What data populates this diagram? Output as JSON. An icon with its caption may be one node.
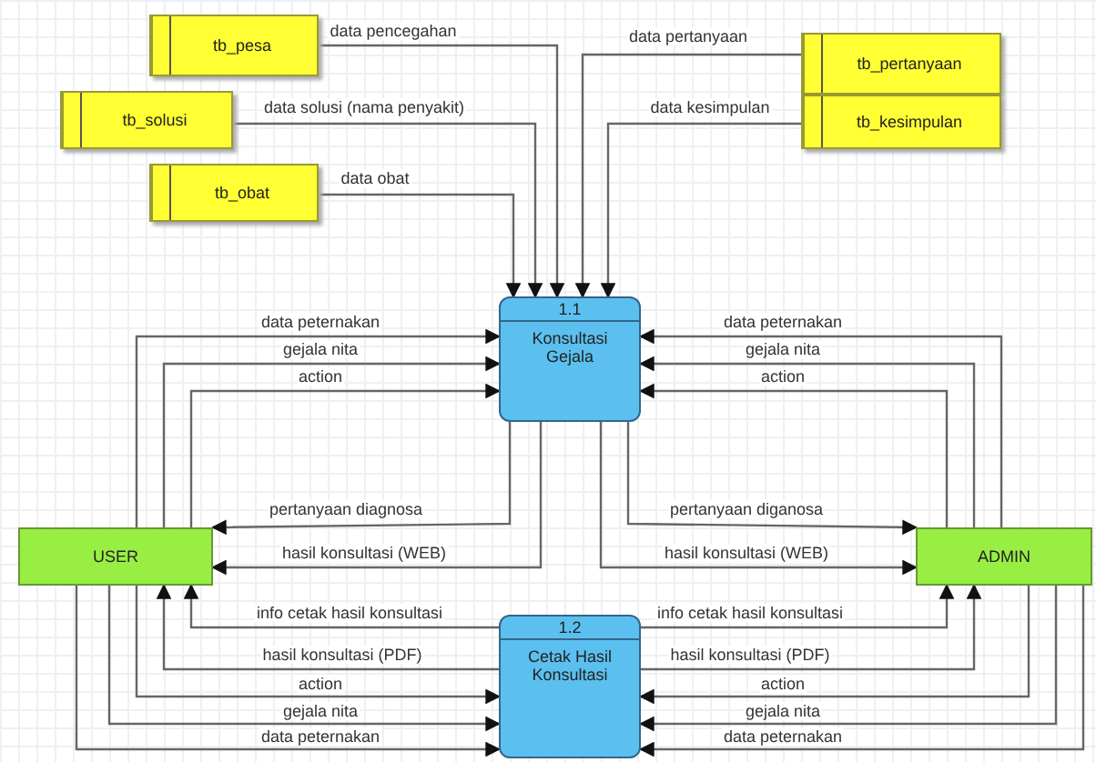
{
  "diagram": {
    "nodes": [
      {
        "text": [
          "tb_pesa"
        ]
      },
      {
        "text": [
          "tb_solusi"
        ]
      },
      {
        "text": [
          "tb_obat"
        ]
      },
      {
        "text": [
          "tb_pertanyaan"
        ]
      },
      {
        "text": [
          "tb_kesimpulan"
        ]
      },
      {
        "text": [
          "1.1",
          "Konsultasi Gejala"
        ]
      },
      {
        "text": [
          "USER"
        ]
      },
      {
        "text": [
          "ADMIN"
        ]
      },
      {
        "text": [
          "1.2",
          "Cetak Hasil Konsultasi"
        ]
      }
    ],
    "edges": [
      {
        "from": 0,
        "to": 5,
        "arrow": "to",
        "label": "data pencegahan"
      },
      {
        "from": 1,
        "to": 5,
        "arrow": "to",
        "label": "data solusi (nama penyakit)"
      },
      {
        "from": 2,
        "to": 5,
        "arrow": "to",
        "label": "data obat"
      },
      {
        "from": 3,
        "to": 5,
        "arrow": "to",
        "label": "data pertanyaan"
      },
      {
        "from": 4,
        "to": 5,
        "arrow": "to",
        "label": "data kesimpulan"
      },
      {
        "from": 6,
        "to": 5,
        "arrow": "to",
        "label": "data peternakan"
      },
      {
        "from": 6,
        "to": 5,
        "arrow": "to",
        "label": "gejala nita"
      },
      {
        "from": 6,
        "to": 5,
        "arrow": "to",
        "label": "action"
      },
      {
        "from": 5,
        "to": 6,
        "arrow": "to",
        "label": "pertanyaan diagnosa"
      },
      {
        "from": 5,
        "to": 6,
        "arrow": "to",
        "label": "hasil konsultasi (WEB)"
      },
      {
        "from": 7,
        "to": 5,
        "arrow": "to",
        "label": "data peternakan"
      },
      {
        "from": 7,
        "to": 5,
        "arrow": "to",
        "label": "gejala nita"
      },
      {
        "from": 7,
        "to": 5,
        "arrow": "to",
        "label": "action"
      },
      {
        "from": 5,
        "to": 7,
        "arrow": "to",
        "label": "pertanyaan diganosa"
      },
      {
        "from": 5,
        "to": 7,
        "arrow": "to",
        "label": "hasil konsultasi (WEB)"
      },
      {
        "from": 8,
        "to": 6,
        "arrow": "to",
        "label": "info cetak hasil konsultasi"
      },
      {
        "from": 8,
        "to": 6,
        "arrow": "to",
        "label": "hasil konsultasi (PDF)"
      },
      {
        "from": 6,
        "to": 8,
        "arrow": "to",
        "label": "action"
      },
      {
        "from": 6,
        "to": 8,
        "arrow": "to",
        "label": "gejala nita"
      },
      {
        "from": 6,
        "to": 8,
        "arrow": "to",
        "label": "data peternakan"
      },
      {
        "from": 8,
        "to": 7,
        "arrow": "to",
        "label": "info cetak hasil konsultasi"
      },
      {
        "from": 8,
        "to": 7,
        "arrow": "to",
        "label": "hasil konsultasi (PDF)"
      },
      {
        "from": 7,
        "to": 8,
        "arrow": "to",
        "label": "action"
      },
      {
        "from": 7,
        "to": 8,
        "arrow": "to",
        "label": "gejala nita"
      },
      {
        "from": 7,
        "to": 8,
        "arrow": "to",
        "label": "data peternakan"
      }
    ]
  }
}
